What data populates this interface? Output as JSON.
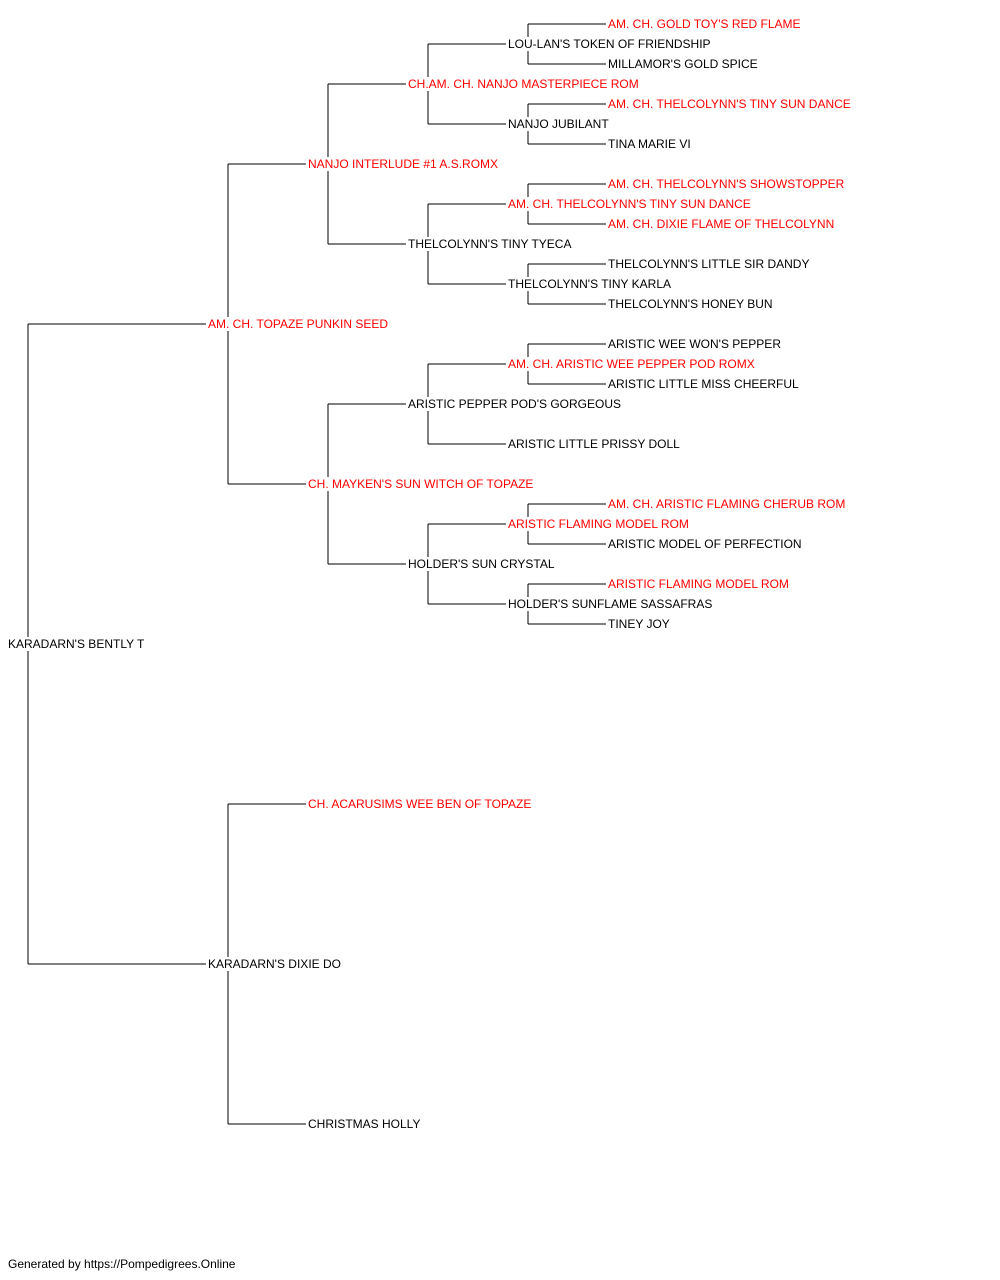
{
  "colors": {
    "titled": "#ff0000",
    "plain": "#000000",
    "line": "#000000"
  },
  "pedigree": {
    "name": "KARADARN'S BENTLY T",
    "titled": false,
    "sire": {
      "name": "AM. CH. TOPAZE PUNKIN SEED",
      "titled": true,
      "sire": {
        "name": "NANJO INTERLUDE #1 A.S.ROMX",
        "titled": true,
        "sire": {
          "name": "CH.AM. CH. NANJO MASTERPIECE ROM",
          "titled": true,
          "sire": {
            "name": "LOU-LAN'S TOKEN OF FRIENDSHIP",
            "titled": false,
            "sire": {
              "name": "AM. CH. GOLD TOY'S RED FLAME",
              "titled": true
            },
            "dam": {
              "name": "MILLAMOR'S GOLD SPICE",
              "titled": false
            }
          },
          "dam": {
            "name": "NANJO JUBILANT",
            "titled": false,
            "sire": {
              "name": "AM. CH. THELCOLYNN'S TINY SUN DANCE",
              "titled": true
            },
            "dam": {
              "name": "TINA MARIE VI",
              "titled": false
            }
          }
        },
        "dam": {
          "name": "THELCOLYNN'S TINY TYECA",
          "titled": false,
          "sire": {
            "name": "AM. CH. THELCOLYNN'S TINY SUN DANCE",
            "titled": true,
            "sire": {
              "name": "AM. CH. THELCOLYNN'S SHOWSTOPPER",
              "titled": true
            },
            "dam": {
              "name": "AM. CH. DIXIE FLAME OF THELCOLYNN",
              "titled": true
            }
          },
          "dam": {
            "name": "THELCOLYNN'S TINY KARLA",
            "titled": false,
            "sire": {
              "name": "THELCOLYNN'S LITTLE SIR DANDY",
              "titled": false
            },
            "dam": {
              "name": "THELCOLYNN'S HONEY BUN",
              "titled": false
            }
          }
        }
      },
      "dam": {
        "name": "CH. MAYKEN'S SUN WITCH OF TOPAZE",
        "titled": true,
        "sire": {
          "name": "ARISTIC PEPPER POD'S GORGEOUS",
          "titled": false,
          "sire": {
            "name": "AM. CH. ARISTIC WEE PEPPER POD ROMX",
            "titled": true,
            "sire": {
              "name": "ARISTIC WEE WON'S PEPPER",
              "titled": false
            },
            "dam": {
              "name": "ARISTIC LITTLE MISS CHEERFUL",
              "titled": false
            }
          },
          "dam": {
            "name": "ARISTIC LITTLE PRISSY DOLL",
            "titled": false
          }
        },
        "dam": {
          "name": "HOLDER'S SUN CRYSTAL",
          "titled": false,
          "sire": {
            "name": "ARISTIC FLAMING MODEL ROM",
            "titled": true,
            "sire": {
              "name": "AM. CH. ARISTIC FLAMING CHERUB ROM",
              "titled": true
            },
            "dam": {
              "name": "ARISTIC MODEL OF PERFECTION",
              "titled": false
            }
          },
          "dam": {
            "name": "HOLDER'S SUNFLAME SASSAFRAS",
            "titled": false,
            "sire": {
              "name": "ARISTIC FLAMING MODEL ROM",
              "titled": true
            },
            "dam": {
              "name": "TINEY JOY",
              "titled": false
            }
          }
        }
      }
    },
    "dam": {
      "name": "KARADARN'S DIXIE DO",
      "titled": false,
      "sire": {
        "name": "CH. ACARUSIMS WEE BEN OF TOPAZE",
        "titled": true
      },
      "dam": {
        "name": "CHRISTMAS HOLLY",
        "titled": false
      }
    }
  },
  "footer": {
    "text": "Generated by https://Pompedigrees.Online"
  }
}
